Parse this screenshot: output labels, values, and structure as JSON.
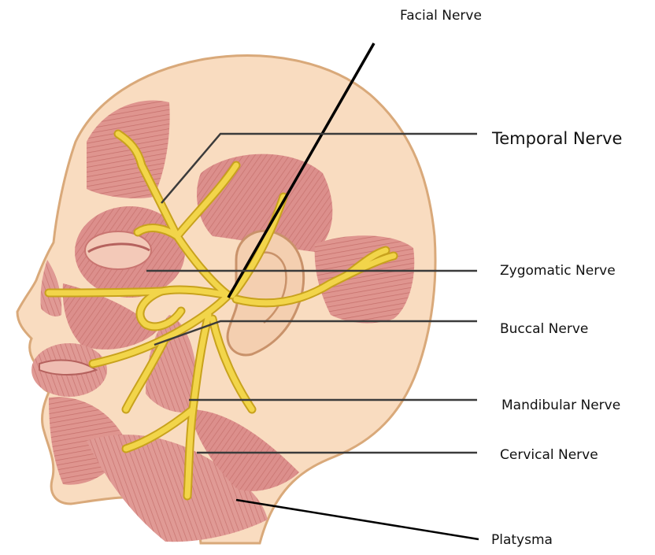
{
  "diagram": {
    "labels": {
      "facial": "Facial Nerve",
      "temporal": "Temporal Nerve",
      "zygomatic": "Zygomatic Nerve",
      "buccal": "Buccal Nerve",
      "mandibular": "Mandibular Nerve",
      "cervical": "Cervical Nerve",
      "platysma": "Platysma"
    },
    "colors": {
      "skin": "#f9dcc0",
      "skin_outline": "#d9a97a",
      "muscle": "#dc8f8c",
      "muscle_light": "#eab2ad",
      "nerve": "#f2d54a",
      "nerve_outline": "#c8a21d",
      "ear": "#f4cfb0",
      "leader_line": "#3b3b3b"
    }
  }
}
